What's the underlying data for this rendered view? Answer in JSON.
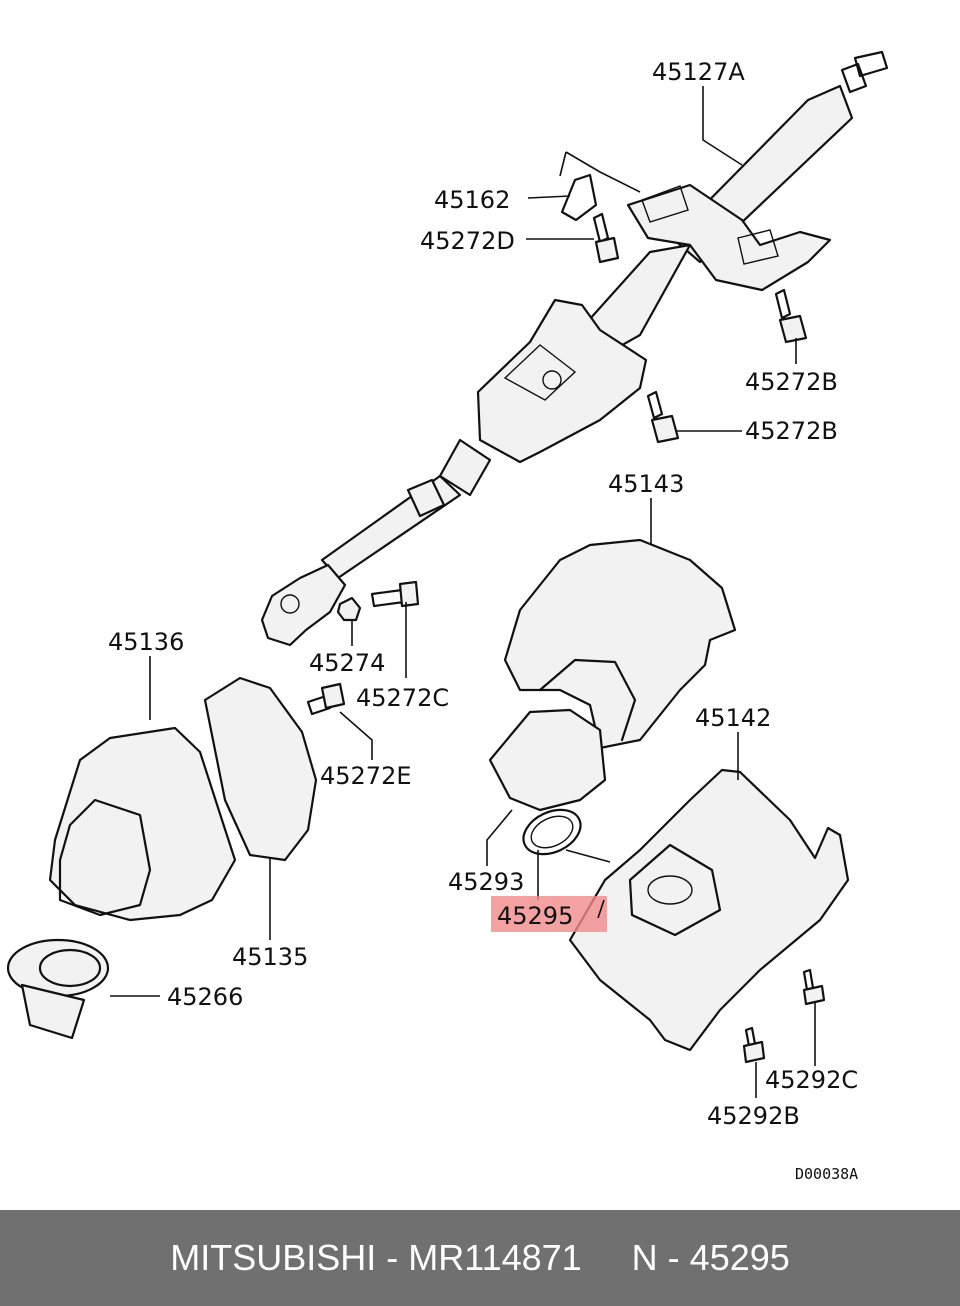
{
  "diagram": {
    "labels": {
      "l45127A": "45127A",
      "l45162": "45162",
      "l45272D": "45272D",
      "l45272B_1": "45272B",
      "l45272B_2": "45272B",
      "l45143": "45143",
      "l45274": "45274",
      "l45272C": "45272C",
      "l45136": "45136",
      "l45272E": "45272E",
      "l45142": "45142",
      "l45293": "45293",
      "l45295": "45295",
      "l45135": "45135",
      "l45266": "45266",
      "l45292C": "45292C",
      "l45292B": "45292B"
    },
    "drawing_code": "D00038A",
    "highlight_color": "#f08a8a"
  },
  "footer": {
    "text": "MITSUBISHI - MR114871     N - 45295",
    "background": "#707070",
    "color": "#ffffff"
  }
}
